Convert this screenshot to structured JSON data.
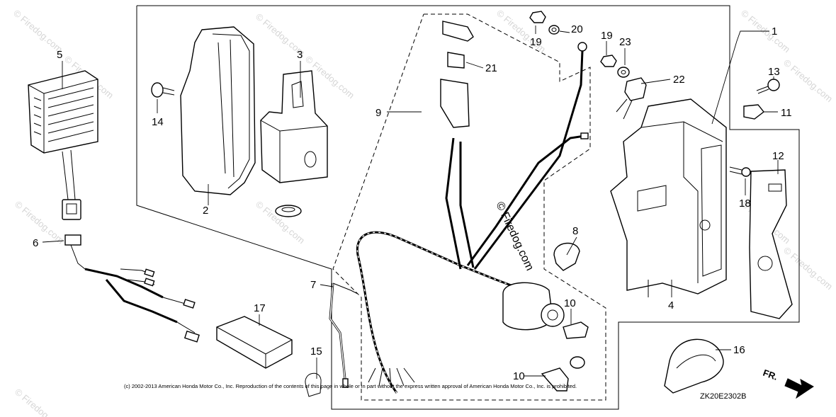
{
  "diagram": {
    "watermarks": [
      "© Firedog.com",
      "© Firedog.com",
      "© Firedog.com",
      "© Firedog.com",
      "© Firedog.com",
      "© Firedog.com",
      "© Firedog.com",
      "© Firedog.com",
      "© Firedog.com",
      "© Firedog.com",
      "© Firedog.com",
      "© Firedog.com"
    ],
    "center_watermark": "© Firedog.com",
    "copyright": "(c) 2002-2013 American Honda Motor Co., Inc. Reproduction of the contents of this page in whole or in part without the express written approval of American Honda Motor Co., Inc. is prohibited.",
    "diagram_code": "ZK20E2302B",
    "direction_label": "FR.",
    "callouts": [
      "1",
      "2",
      "3",
      "4",
      "5",
      "6",
      "7",
      "8",
      "9",
      "10",
      "10",
      "11",
      "12",
      "13",
      "14",
      "15",
      "16",
      "17",
      "18",
      "19",
      "19",
      "20",
      "21",
      "22",
      "23"
    ]
  }
}
